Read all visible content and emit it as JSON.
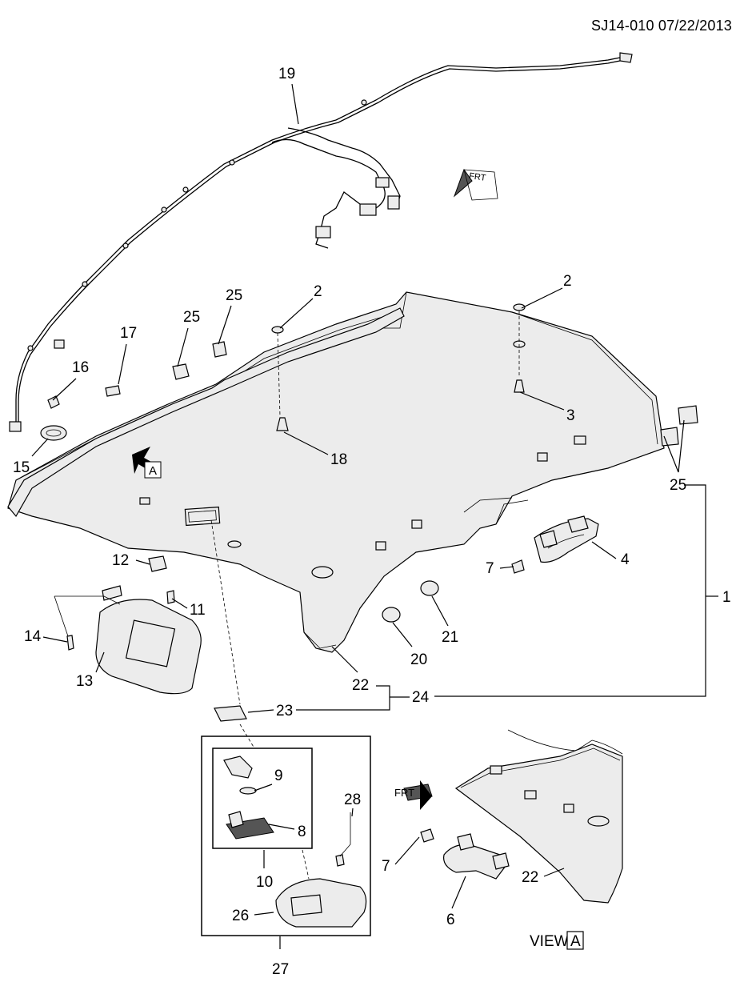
{
  "document_id": "SJ14-010 07/22/2013",
  "view_label": {
    "word": "VIEW",
    "letter": "A"
  },
  "view_marker": "A",
  "frt_arrows": [
    "FRT",
    "FRT"
  ],
  "callouts": {
    "c1": "1",
    "c2a": "2",
    "c2b": "2",
    "c3": "3",
    "c4": "4",
    "c6": "6",
    "c7a": "7",
    "c7b": "7",
    "c8": "8",
    "c9": "9",
    "c10": "10",
    "c11": "11",
    "c12": "12",
    "c13": "13",
    "c14": "14",
    "c15": "15",
    "c16": "16",
    "c17": "17",
    "c18": "18",
    "c19": "19",
    "c20": "20",
    "c21": "21",
    "c22a": "22",
    "c22b": "22",
    "c23": "23",
    "c24": "24",
    "c25a": "25",
    "c25b": "25",
    "c25c": "25",
    "c26": "26",
    "c27": "27",
    "c28": "28"
  }
}
